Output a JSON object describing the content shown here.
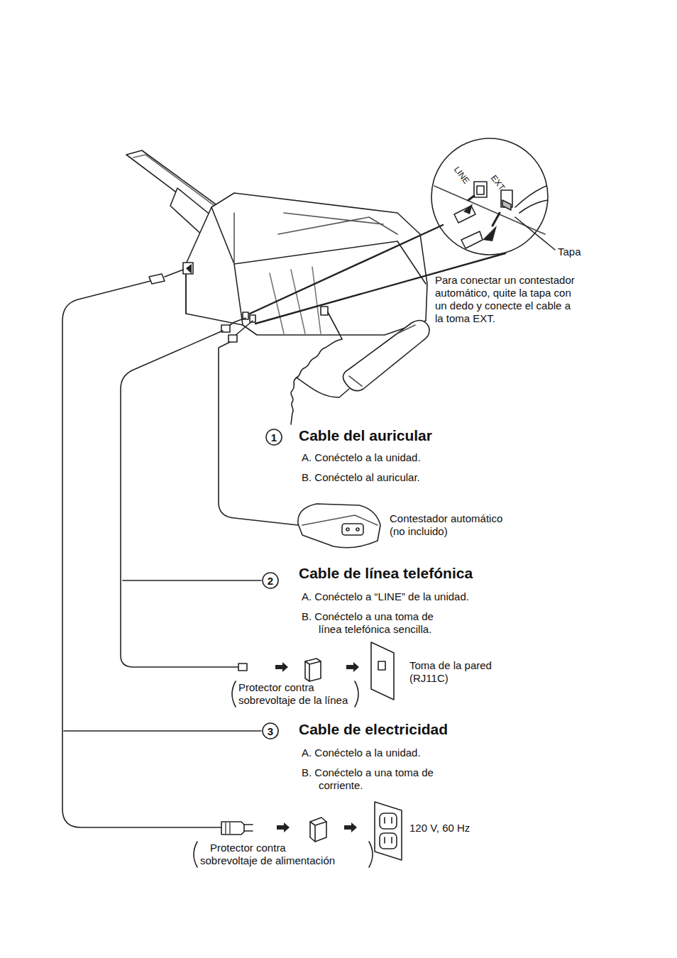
{
  "diagram": {
    "nodes": [
      {
        "text": [
          "1"
        ]
      },
      {
        "text": [
          "2"
        ]
      },
      {
        "text": [
          "3"
        ]
      }
    ],
    "labels": [
      "LINE",
      "EXT",
      "Tapa",
      "Para conectar un contestador automático, quite la tapa con un dedo y conecte el cable a la toma EXT.",
      "Cable del auricular",
      "A. Conéctelo a la unidad.",
      "B. Conéctelo al auricular.",
      "Contestador automático (no incluido)",
      "Cable de línea telefónica",
      "A. Conéctelo a “LINE” de la unidad.",
      "B. Conéctelo a una toma de línea telefónica sencilla.",
      "Toma de la pared (RJ11C)",
      "Protector contra sobrevoltaje de la línea",
      "Cable de electricidad",
      "A. Conéctelo a la unidad.",
      "B. Conéctelo a una toma de corriente.",
      "120 V, 60 Hz",
      "Protector contra sobrevoltaje de alimentación"
    ]
  }
}
